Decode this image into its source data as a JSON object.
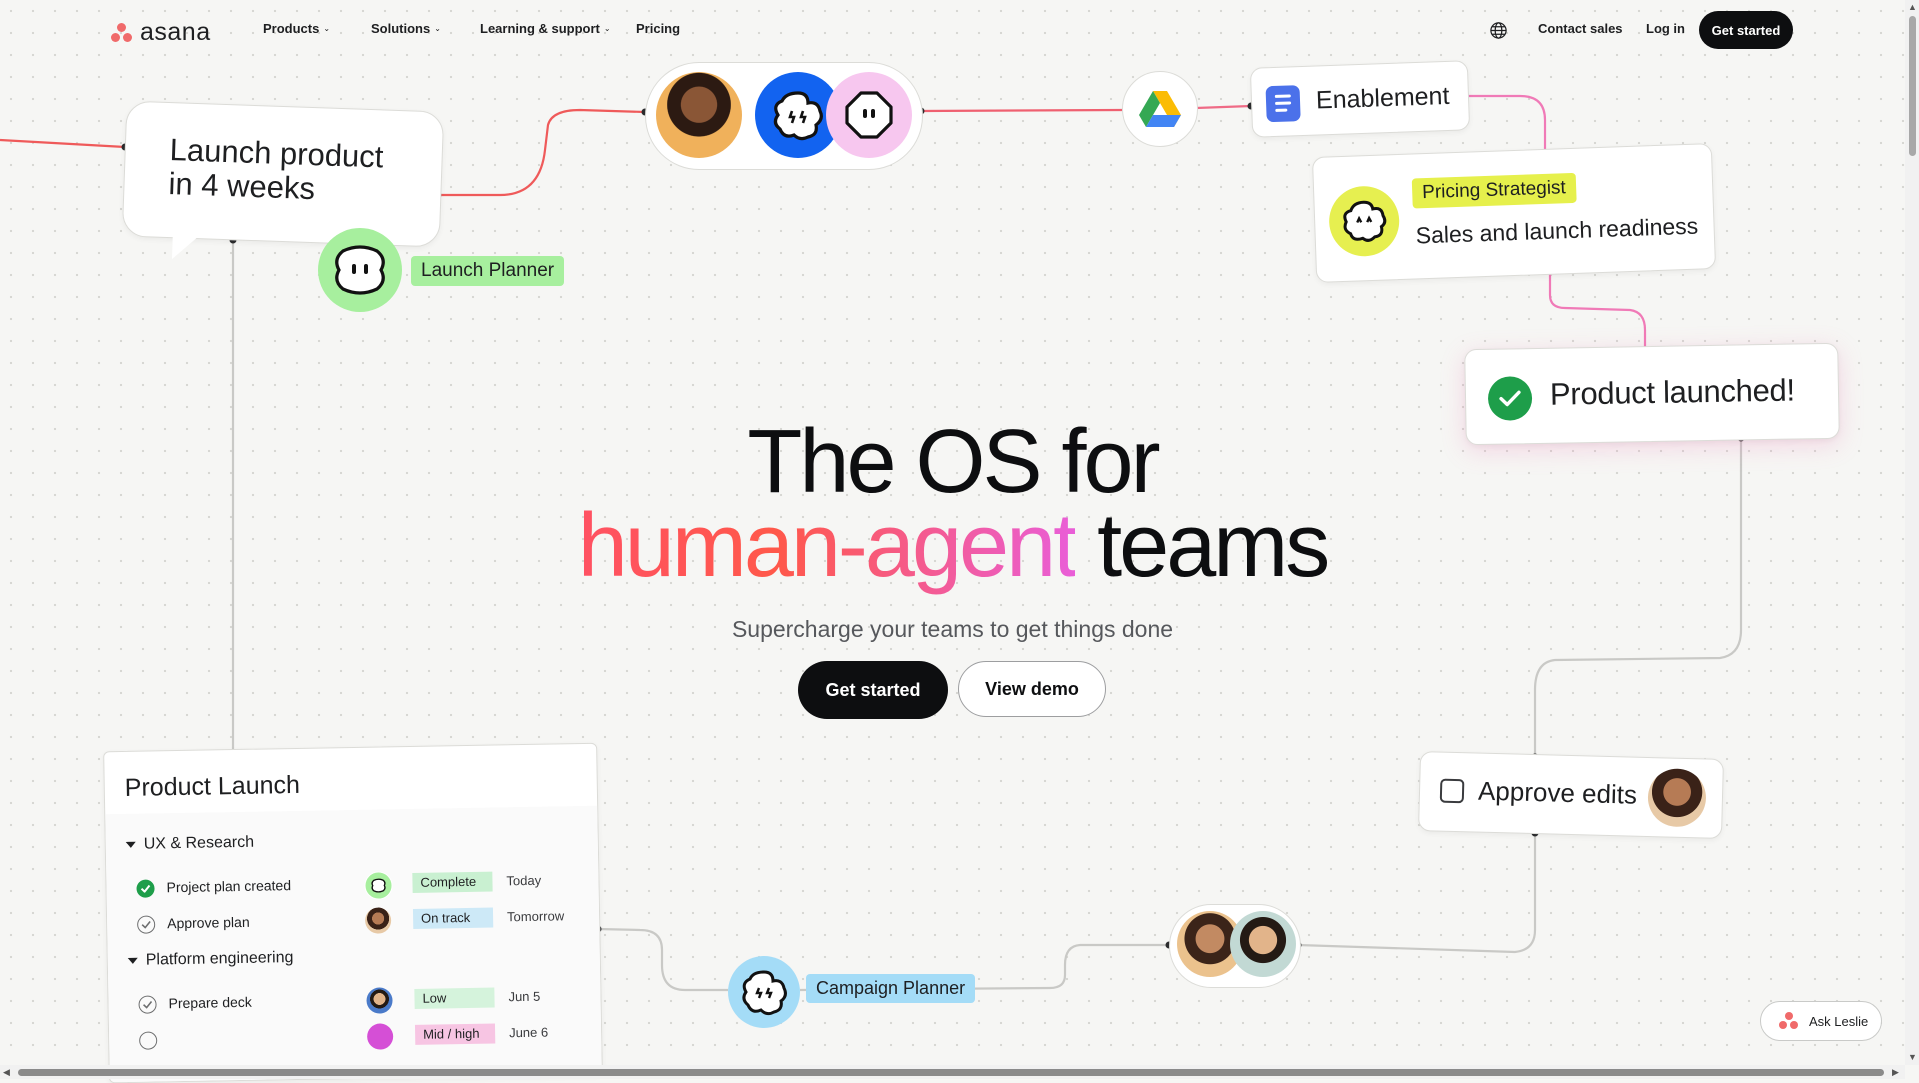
{
  "nav": {
    "logo": "asana",
    "items": [
      {
        "label": "Products",
        "dropdown": true
      },
      {
        "label": "Solutions",
        "dropdown": true
      },
      {
        "label": "Learning & support",
        "dropdown": true
      },
      {
        "label": "Pricing",
        "dropdown": false
      }
    ],
    "contact_sales": "Contact sales",
    "log_in": "Log in",
    "get_started": "Get started"
  },
  "hero": {
    "line1": "The OS for",
    "line2_highlight": "human-agent",
    "line2_rest": "teams",
    "subtitle": "Supercharge your teams to get things done",
    "cta_primary": "Get started",
    "cta_secondary": "View demo"
  },
  "floating": {
    "speech_bubble": "Launch product in 4 weeks",
    "launch_planner": "Launch Planner",
    "enablement": "Enablement",
    "pricing_tag": "Pricing Strategist",
    "pricing_sub": "Sales and launch readiness",
    "product_launched": "Product launched!",
    "approve_edits": "Approve edits",
    "campaign_planner": "Campaign Planner"
  },
  "project": {
    "title": "Product Launch",
    "sections": [
      {
        "name": "UX & Research",
        "tasks": [
          {
            "name": "Project plan created",
            "done": true,
            "status": "Complete",
            "status_color": "#c9f0d1",
            "date": "Today",
            "assignee": "agent-green"
          },
          {
            "name": "Approve plan",
            "done": false,
            "status": "On track",
            "status_color": "#cde9f7",
            "date": "Tomorrow",
            "assignee": "person-woman"
          }
        ]
      },
      {
        "name": "Platform engineering",
        "tasks": [
          {
            "name": "Prepare deck",
            "done": false,
            "status": "Low",
            "status_color": "#d5f3dc",
            "date": "Jun 5",
            "assignee": "person-man"
          },
          {
            "name": "",
            "done": false,
            "status": "Mid / high",
            "status_color": "#f7c5e3",
            "date": "June 6",
            "assignee": "agent-pink"
          }
        ]
      }
    ]
  },
  "ask_button": "Ask Leslie",
  "colors": {
    "brand_coral": "#f06a6a",
    "accent_green": "#1e9e4a",
    "tag_green": "#a7ef9e",
    "tag_blue": "#a4dcf7",
    "tag_yellow": "#e6f04c",
    "agent_blue": "#1263f0",
    "agent_pink": "#f7c7ef"
  }
}
